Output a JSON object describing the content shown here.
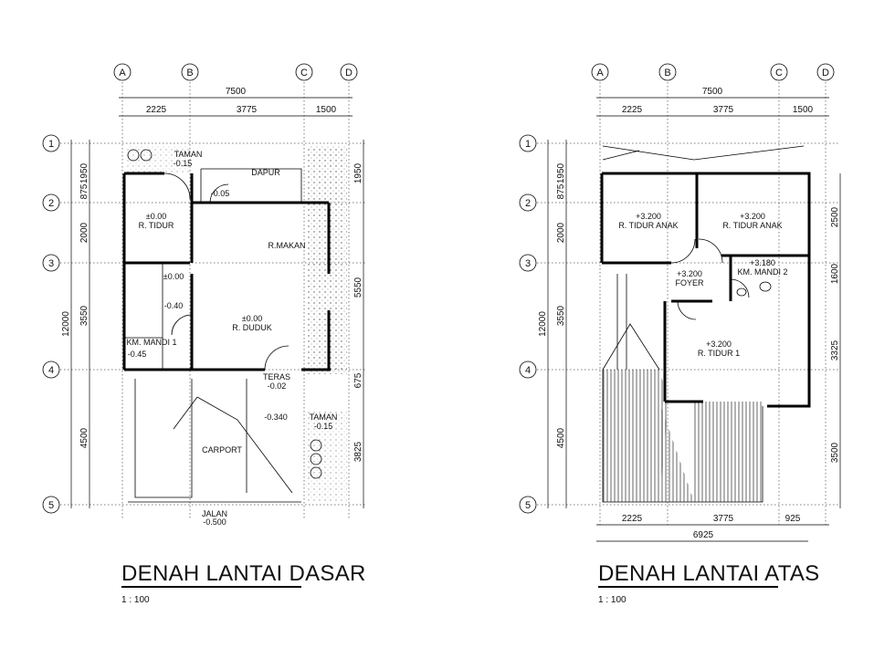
{
  "plans": [
    {
      "title": "DENAH LANTAI DASAR",
      "scale": "1 : 100",
      "axes_x": [
        "A",
        "B",
        "C",
        "D"
      ],
      "axes_y": [
        "1",
        "2",
        "3",
        "4",
        "5"
      ],
      "dims_top_total": "7500",
      "dims_top": [
        "2225",
        "3775",
        "1500"
      ],
      "dims_left_total": "12000",
      "dims_left": [
        "1950",
        "875",
        "2000",
        "3550",
        "4500"
      ],
      "dims_right": [
        "1950",
        "5550",
        "675",
        "3825"
      ],
      "rooms": {
        "taman1": "TAMAN",
        "taman1_lvl": "-0.15",
        "dapur": "DAPUR",
        "dapur_lvl": "-0.05",
        "tidur_lvl": "±0.00",
        "tidur": "R. TIDUR",
        "makan": "R.MAKAN",
        "duduk_lvl": "±0.00",
        "duduk": "R. DUDUK",
        "kmmandi": "KM. MANDI 1",
        "km_lvl1": "±0.00",
        "km_lvl2": "-0.40",
        "km_lvl3": "-0.45",
        "teras": "TERAS",
        "teras_lvl": "-0.02",
        "carport_lvl": "-0.340",
        "taman2": "TAMAN",
        "taman2_lvl": "-0.15",
        "carport": "CARPORT",
        "jalan": "JALAN",
        "jalan_lvl": "-0.500"
      }
    },
    {
      "title": "DENAH LANTAI ATAS",
      "scale": "1 : 100",
      "axes_x": [
        "A",
        "B",
        "C",
        "D"
      ],
      "axes_y": [
        "1",
        "2",
        "3",
        "4",
        "5"
      ],
      "dims_top_total": "7500",
      "dims_top": [
        "2225",
        "3775",
        "1500"
      ],
      "dims_left_total": "12000",
      "dims_left": [
        "1950",
        "875",
        "2000",
        "3550",
        "4500"
      ],
      "dims_right": [
        "2500",
        "1600",
        "3325",
        "3500"
      ],
      "dims_bottom": [
        "2225",
        "3775",
        "925"
      ],
      "dims_bottom_total": "6925",
      "rooms": {
        "anak1_lvl": "+3.200",
        "anak1": "R. TIDUR ANAK",
        "anak2_lvl": "+3.200",
        "anak2": "R. TIDUR ANAK",
        "foyer_lvl": "+3.200",
        "foyer": "FOYER",
        "km2_lvl": "+3.180",
        "km2": "KM. MANDI 2",
        "tidur1_lvl": "+3.200",
        "tidur1": "R. TIDUR 1"
      }
    }
  ]
}
